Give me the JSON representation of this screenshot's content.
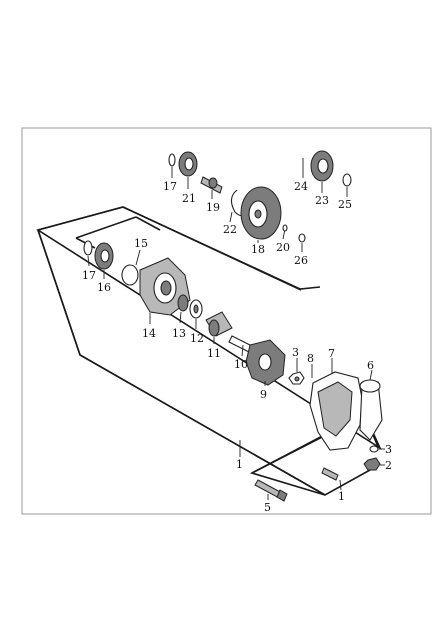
{
  "labels": {
    "l1a": "1",
    "l1b": "1",
    "l2": "2",
    "l3a": "3",
    "l3b": "3",
    "l5": "5",
    "l6": "6",
    "l7": "7",
    "l8": "8",
    "l9": "9",
    "l10": "10",
    "l11": "11",
    "l12": "12",
    "l13": "13",
    "l14": "14",
    "l15": "15",
    "l16": "16",
    "l17a": "17",
    "l17b": "17",
    "l18": "18",
    "l19": "19",
    "l20": "20",
    "l21": "21",
    "l22": "22",
    "l23": "23",
    "l24": "24",
    "l25": "25",
    "l26": "26"
  },
  "parts": [
    "oil-seal-17-top",
    "bearing-21",
    "shaft-19",
    "circlip-22",
    "gear-18",
    "pin-20",
    "washer-26",
    "gear-24",
    "bearing-23",
    "circlip-25",
    "oil-seal-17-left",
    "bearing-16",
    "o-ring-15",
    "pump-body-14",
    "seal-13",
    "seal-12",
    "seal-11",
    "shaft-10",
    "impeller-9",
    "nut-3-top",
    "washer-8",
    "pump-cover-7",
    "o-ring-6",
    "bolt-5",
    "bolt-1",
    "washer-3-right",
    "nut-2"
  ]
}
